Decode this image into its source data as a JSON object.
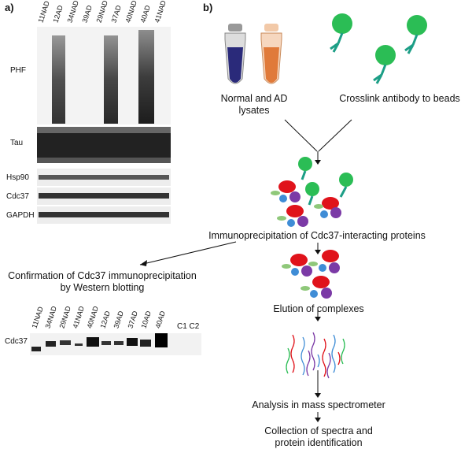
{
  "panel_a": {
    "letter": "a)",
    "lanes": [
      "11NAD",
      "12AD",
      "34NAD",
      "39AD",
      "29NAD",
      "37AD",
      "40NAD",
      "40AD",
      "41NAD"
    ],
    "blots": {
      "phf": "PHF",
      "tau": "Tau",
      "hsp90": "Hsp90",
      "cdc37": "Cdc37",
      "gapdh": "GAPDH"
    }
  },
  "panel_b": {
    "letter": "b)",
    "lysates_label": "Normal and AD\nlysates",
    "crosslink_label": "Crosslink antibody to beads",
    "ip_label": "Immunoprecipitation of Cdc37-interacting proteins",
    "elution_label": "Elution of complexes",
    "ms_label": "Analysis in mass spectrometer",
    "collection_label": "Collection of spectra and\nprotein identification"
  },
  "confirmation": {
    "title": "Confirmation of Cdc37 immunoprecipitation\nby Western blotting",
    "blot_label": "Cdc37",
    "lanes": [
      "11NAD",
      "34NAD",
      "29NAD",
      "41NAD",
      "40NAD",
      "12AD",
      "39AD",
      "37AD",
      "10AD",
      "40AD"
    ],
    "controls": "C1 C2"
  },
  "colors": {
    "antibody": "#2bbd55",
    "antibody_stem": "#1c9e86",
    "red_protein": "#e0131b",
    "purple_protein": "#7b3aa6",
    "blue_protein": "#3f8dd6",
    "green_protein": "#8fc87a",
    "tube_blue": "#2a2a7a",
    "tube_orange": "#e07a3a"
  }
}
